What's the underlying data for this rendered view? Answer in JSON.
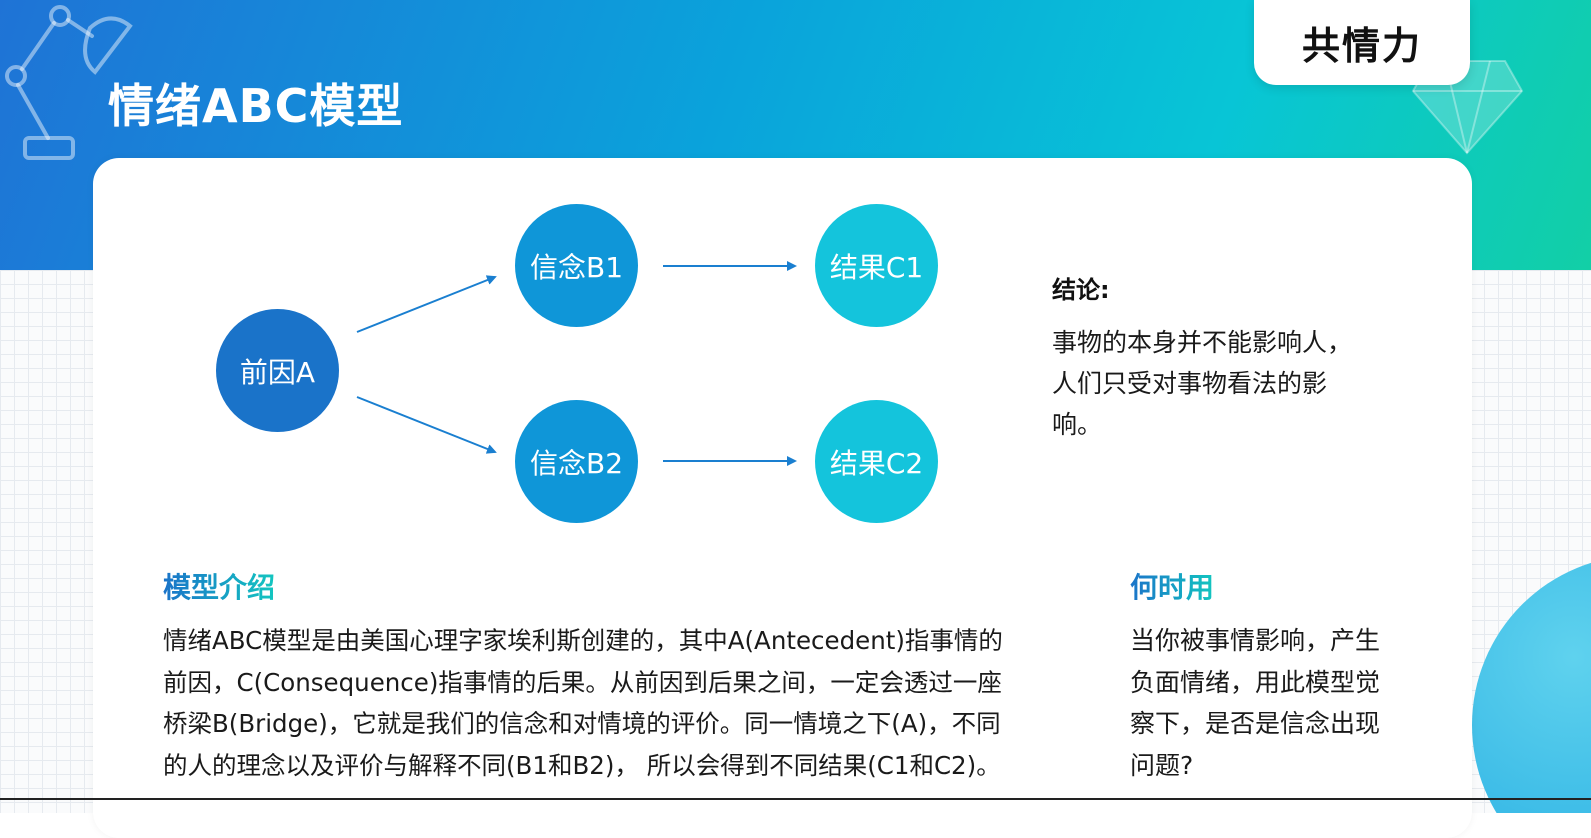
{
  "header": {
    "title": "情绪ABC模型",
    "brand": "共情力"
  },
  "diagram": {
    "nodes": {
      "a": "前因A",
      "b1": "信念B1",
      "b2": "信念B2",
      "c1": "结果C1",
      "c2": "结果C2"
    },
    "edges": [
      [
        "a",
        "b1"
      ],
      [
        "a",
        "b2"
      ],
      [
        "b1",
        "c1"
      ],
      [
        "b2",
        "c2"
      ]
    ]
  },
  "conclusion": {
    "title": "结论:",
    "line1": "事物的本身并不能影响人，",
    "line2": "人们只受对事物看法的影",
    "line3": "响。"
  },
  "intro": {
    "title": "模型介绍",
    "line1": "情绪ABC模型是由美国心理字家埃利斯创建的，其中A(Antecedent)指事情的",
    "line2": "前因，C(Consequence)指事情的后果。从前因到后果之间，一定会透过一座",
    "line3": "桥梁B(Bridge)，它就是我们的信念和对情境的评价。同一情境之下(A)，不同",
    "line4": "的人的理念以及评价与解释不同(B1和B2)， 所以会得到不同结果(C1和C2)。"
  },
  "when": {
    "title": "何时用",
    "line1": "当你被事情影响，产生",
    "line2": "负面情绪，用此模型觉",
    "line3": "察下，是否是信念出现",
    "line4": "问题?"
  },
  "colors": {
    "node_a": "#1a73c9",
    "node_b": "#0f96d8",
    "node_c": "#14c4dc",
    "arrow": "#1a7fd0"
  }
}
